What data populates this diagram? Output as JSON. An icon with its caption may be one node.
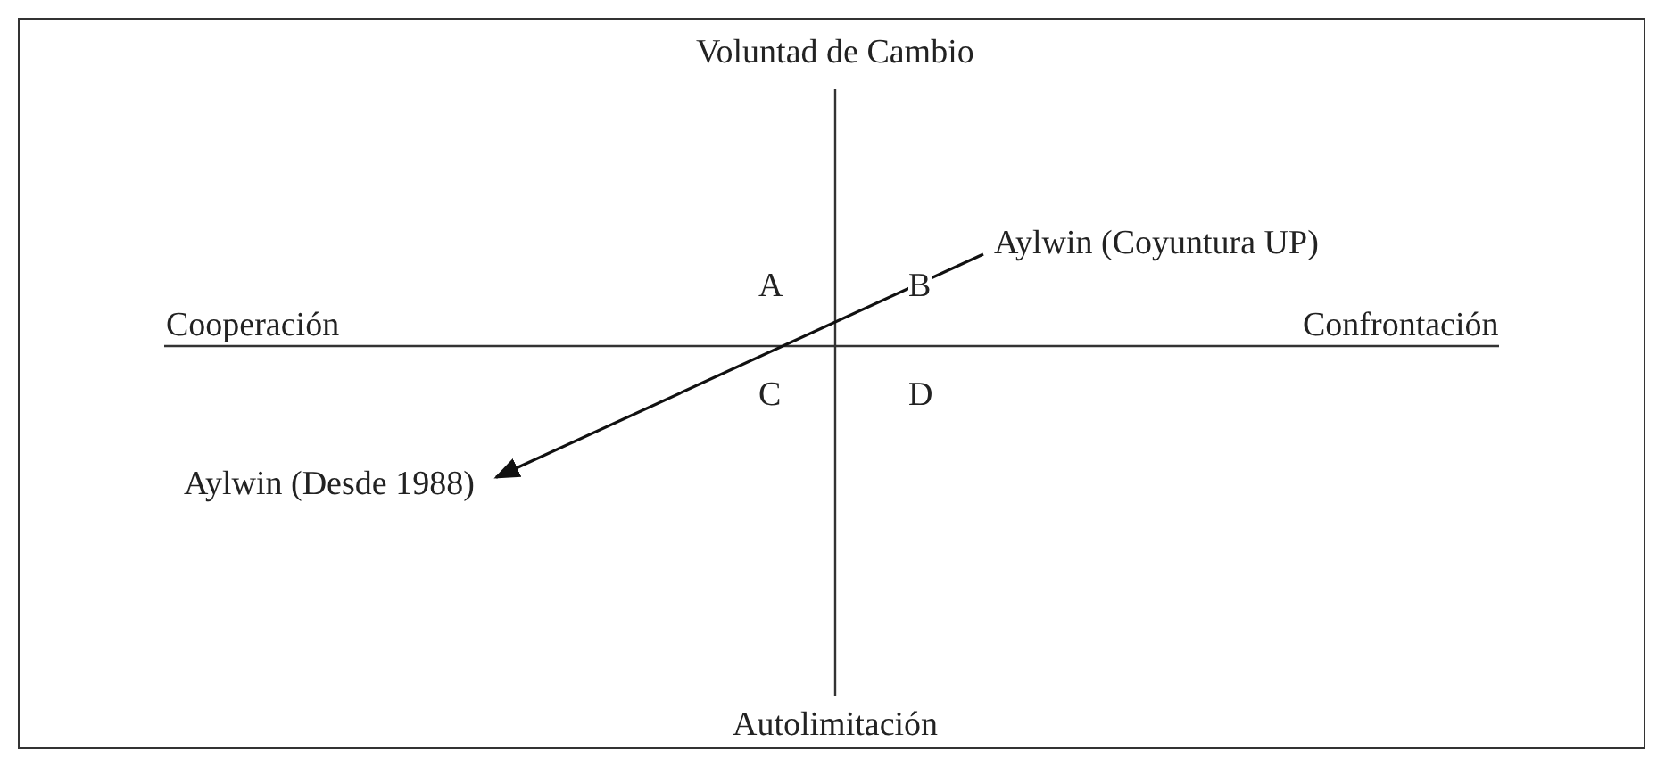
{
  "diagram": {
    "nodes": [
      {
        "text": [
          "Aylwin (Coyuntura UP)"
        ]
      },
      {
        "text": [
          "Aylwin (Desde 1988)"
        ]
      }
    ],
    "edges": [
      {
        "from": 0,
        "to": 1,
        "arrow": "to"
      }
    ],
    "labels": [
      "Voluntad de Cambio",
      "A",
      "B",
      "Cooperación",
      "Confrontación",
      "C",
      "D",
      "Autolimitación"
    ]
  }
}
